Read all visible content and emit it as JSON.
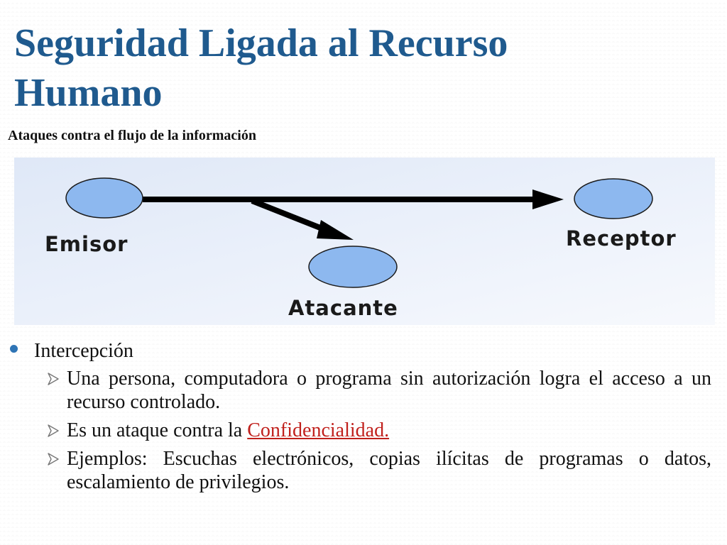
{
  "slide": {
    "title": "Seguridad Ligada al Recurso Humano",
    "subtitle": "Ataques contra el flujo de la información"
  },
  "diagram": {
    "nodes": {
      "sender": "Emisor",
      "receiver": "Receptor",
      "attacker": "Atacante"
    },
    "colors": {
      "panel": "#e8effa",
      "node_fill": "#8db8ef",
      "node_stroke": "#1a1a1a",
      "arrow": "#000000"
    }
  },
  "content": {
    "bullet": "Intercepción",
    "items": [
      {
        "text": "Una persona, computadora o programa sin autorización logra el acceso a un recurso controlado."
      },
      {
        "prefix": "Es un ataque contra la ",
        "link": "Confidencialidad."
      },
      {
        "text": "Ejemplos: Escuchas electrónicos, copias ilícitas de programas o datos, escalamiento de privilegios."
      }
    ],
    "colors": {
      "bullet": "#2e74b5",
      "link": "#c0201c",
      "title": "#1f5a8e"
    }
  }
}
